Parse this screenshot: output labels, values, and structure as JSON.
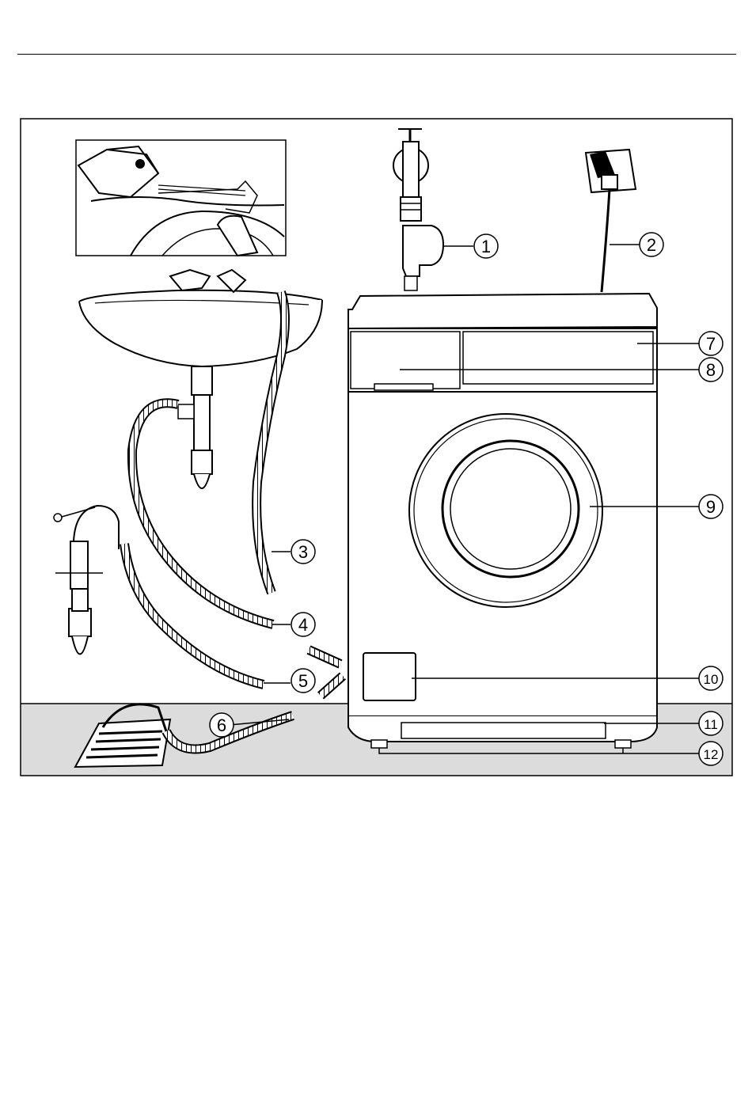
{
  "figure": {
    "callouts": [
      {
        "id": 1,
        "label": "1",
        "part": "water-inlet-valve"
      },
      {
        "id": 2,
        "label": "2",
        "part": "mains-cable"
      },
      {
        "id": 3,
        "label": "3",
        "part": "inlet-hose"
      },
      {
        "id": 4,
        "label": "4",
        "part": "drain-hose-to-sink-trap"
      },
      {
        "id": 5,
        "label": "5",
        "part": "drain-hose-to-standpipe"
      },
      {
        "id": 6,
        "label": "6",
        "part": "drain-hose-to-floor-drain"
      },
      {
        "id": 7,
        "label": "7",
        "part": "control-panel"
      },
      {
        "id": 8,
        "label": "8",
        "part": "detergent-dispenser"
      },
      {
        "id": 9,
        "label": "9",
        "part": "door"
      },
      {
        "id": 10,
        "label": "10",
        "part": "drain-filter-flap"
      },
      {
        "id": 11,
        "label": "11",
        "part": "plinth-panel"
      },
      {
        "id": 12,
        "label": "12",
        "part": "adjustable-feet"
      }
    ],
    "colors": {
      "line": "#000000",
      "floor": "#dcdcdc",
      "paper": "#ffffff"
    }
  }
}
